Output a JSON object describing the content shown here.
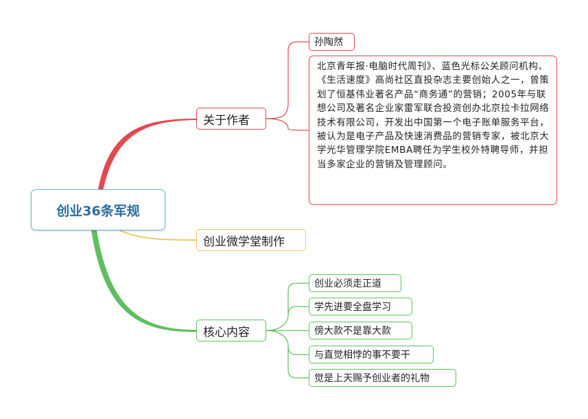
{
  "mindmap": {
    "root": {
      "label": "创业36条军规"
    },
    "branches": [
      {
        "label": "关于作者",
        "color": "#e04a4f",
        "children": [
          "孙陶然",
          "北京青年报·电脑时代周刊》、蓝色光标公关顾问机构、《生活速度》高尚社区直投杂志主要创始人之一，曾策划了恒基伟业著名产品“商务通”的营销；2005年与联想公司及著名企业家雷军联合投资创办北京拉卡拉网络技术有限公司，开发出中国第一个电子账单服务平台，被认为是电子产品及快速消费品的营销专家，被北京大学光华管理学院EMBA聘任为学生校外特聘导师，并担当多家企业的营销及管理顾问。"
        ]
      },
      {
        "label": "创业微学堂制作",
        "color": "#f1c766",
        "children": []
      },
      {
        "label": "核心内容",
        "color": "#5fbf60",
        "children": [
          "创业必须走正道",
          "学先进要全盘学习",
          "傍大款不是靠大款",
          "与直觉相悖的事不要干",
          "觉是上天赐予创业者的礼物"
        ]
      }
    ]
  }
}
